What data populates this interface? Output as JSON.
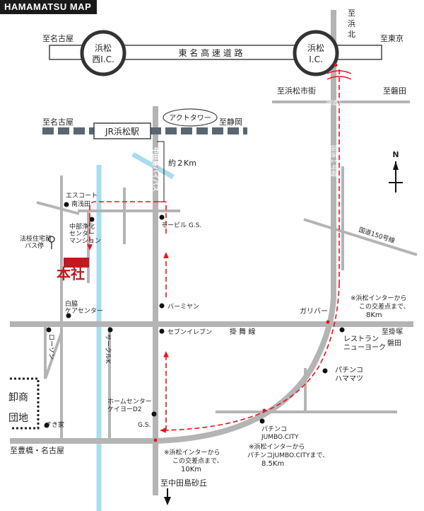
{
  "title": "HAMAMATSU MAP",
  "compass": "N",
  "colors": {
    "road": "#b4b4b4",
    "river": "#a8dcef",
    "route": "#e8141e",
    "hq": "#c01a1f",
    "text": "#222222"
  },
  "labels": {
    "to_nagoya_top": "至名古屋",
    "hamamatsu_nishi_ic_1": "浜松",
    "hamamatsu_nishi_ic_2": "西I.C.",
    "tomei_expressway": "東 名 高 速 道 路",
    "hamamatsu_ic_1": "浜松",
    "hamamatsu_ic_2": "I.C.",
    "to_tokyo": "至東京",
    "to_hamakita_1": "至",
    "to_hamakita_2": "浜",
    "to_hamakita_3": "北",
    "to_hamamatsu_city": "至浜松市街",
    "to_iwata_top": "至磐田",
    "national_route_1_top": "国道1",
    "to_nagoya_jr": "至名古屋",
    "act_tower": "アクトタワー",
    "to_shizuoka": "至静岡",
    "jr_hamamatsu_station": "JR浜松駅",
    "nakatajima_bypass": "中田島バイパス",
    "about_2km": "約２Km",
    "national_route_1_vertical": "国道１号線",
    "national_route_150": "国道150号線",
    "escort_1": "エスコート",
    "escort_2": "南浅田",
    "chubu_jouka_1": "中部浄化",
    "chubu_jouka_2": "センター",
    "chubu_jouka_3": "マンション",
    "mobil_gs": "モービル G.S.",
    "houkeijutaku_1": "法枝住宅前",
    "houkeijutaku_2": "バス停",
    "hq": "本社",
    "shirawaki_1": "白脇",
    "shirawaki_2": "ケアセンター",
    "bamiyan": "バーミヤン",
    "gariba": "ガリバー",
    "note_8km_1": "※浜松インターから",
    "note_8km_2": "この交差点まで、",
    "note_8km_3": "8Km",
    "lawson": "ローソン",
    "circle_k": "サークルK",
    "seven_eleven": "セブンイレブン",
    "kakezuka_line": "掛 舞 線",
    "to_kakezuka_1": "至掛塚",
    "to_kakezuka_2": "磐田",
    "restaurant_ny_1": "レストラン",
    "restaurant_ny_2": "ニューヨーク",
    "pachinko_hamamatsu_1": "パチンコ",
    "pachinko_hamamatsu_2": "ハママツ",
    "oroshi_1": "卸商",
    "oroshi_2": "団地",
    "keiyo_1": "ホームセンター",
    "keiyo_2": "ケイヨーD2",
    "sukiya": "すき家",
    "gs_bottom": "G.S.",
    "pachinko_jumbo_1": "パチンコ",
    "pachinko_jumbo_2": "JUMBO.CITY",
    "to_toyohashi": "至豊橋・名古屋",
    "note_10km_1": "※浜松インターから",
    "note_10km_2": "この交差点まで、",
    "note_10km_3": "10Km",
    "note_85km_1": "※浜松インターから",
    "note_85km_2": "パチンコJUMBO.CITYまで、",
    "note_85km_3": "8.5Km",
    "to_nakatajima": "至中田島砂丘"
  }
}
